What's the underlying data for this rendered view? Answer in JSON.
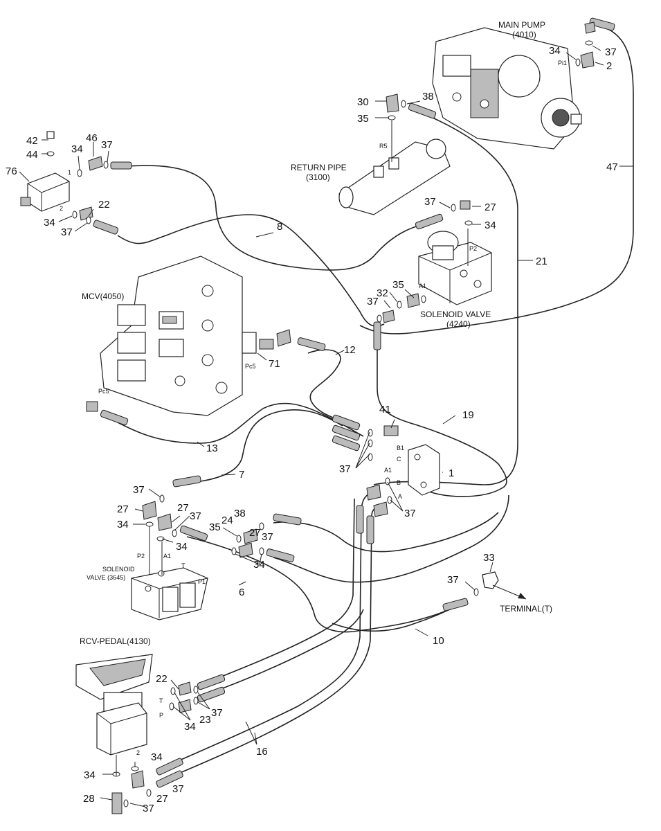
{
  "components": {
    "main_pump": {
      "name": "MAIN PUMP",
      "code": "(4010)"
    },
    "return_pipe": {
      "name": "RETURN PIPE",
      "code": "(3100)"
    },
    "mcv": {
      "name": "MCV(4050)"
    },
    "solenoid_4240": {
      "name": "SOLENOID VALVE",
      "code": "(4240)"
    },
    "solenoid_3645": {
      "name": "SOLENOID",
      "code": "VALVE (3645)"
    },
    "rcv_pedal": {
      "name": "RCV-PEDAL(4130)"
    },
    "terminal": {
      "name": "TERMINAL(T)"
    }
  },
  "ports": {
    "pi1": "Pi1",
    "r5": "R5",
    "p2a": "P2",
    "a1a": "A1",
    "pc5a": "Pc5",
    "pc5b": "Pc5",
    "b1": "B1",
    "c": "C",
    "a1b": "A1",
    "b": "B",
    "a": "A",
    "p2b": "P2",
    "a1c": "A1",
    "t1": "T",
    "p1": "P1",
    "t2": "T",
    "p": "P",
    "p1_76": "1",
    "p2_76": "2",
    "p2_pedal": "2"
  },
  "callouts": {
    "c42": "42",
    "c44": "44",
    "c46": "46",
    "c37a": "37",
    "c34a": "34",
    "c76": "76",
    "c22a": "22",
    "c34b": "34",
    "c37b": "37",
    "c8": "8",
    "c34c": "34",
    "c37c": "37",
    "c2": "2",
    "c47": "47",
    "c30": "30",
    "c38a": "38",
    "c35a": "35",
    "c37d": "37",
    "c27a": "27",
    "c34d": "34",
    "c21": "21",
    "c35b": "35",
    "c32": "32",
    "c37e": "37",
    "c71": "71",
    "c12": "12",
    "c19": "19",
    "c41": "41",
    "c13": "13",
    "c1": "1",
    "c37f": "37",
    "c37g": "37",
    "c7": "7",
    "c37h": "37",
    "c27b": "27",
    "c27c": "27",
    "c37i": "37",
    "c34e": "34",
    "c34f": "34",
    "c38b": "38",
    "c24": "24",
    "c35c": "35",
    "c27d": "27",
    "c37j": "37",
    "c34g": "34",
    "c6": "6",
    "c33": "33",
    "c37k": "37",
    "c10": "10",
    "c22b": "22",
    "c37l": "37",
    "c23": "23",
    "c34h": "34",
    "c16": "16",
    "c34i": "34",
    "c34j": "34",
    "c37m": "37",
    "c28": "28",
    "c27e": "27",
    "c37n": "37"
  }
}
